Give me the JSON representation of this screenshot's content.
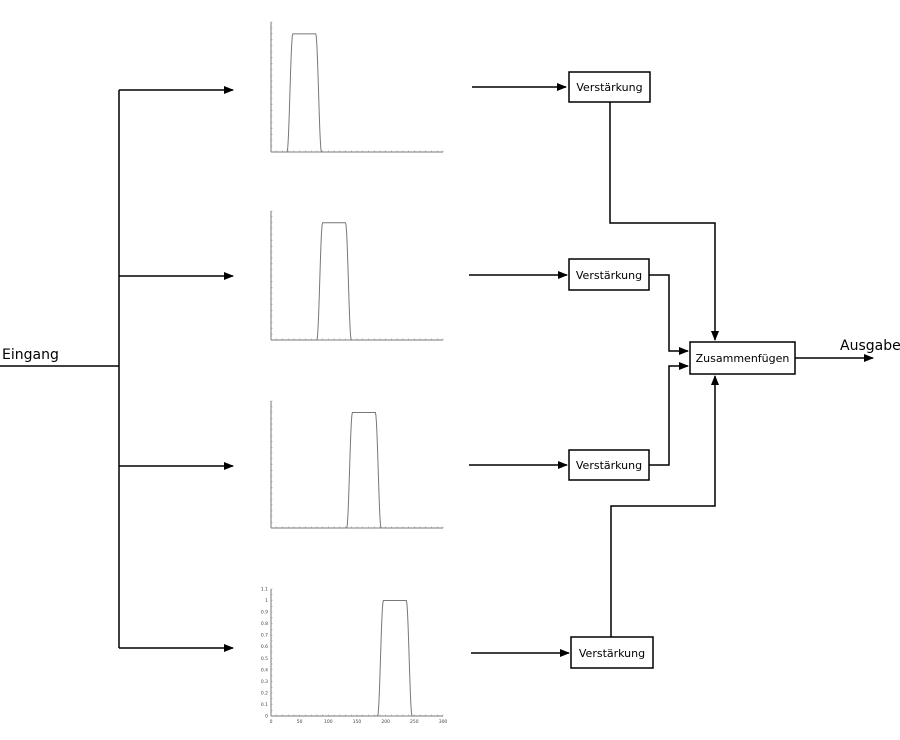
{
  "labels": {
    "input": "Eingang",
    "output": "Ausgabe"
  },
  "blocks": {
    "amp": [
      "Verstärkung",
      "Verstärkung",
      "Verstärkung",
      "Verstärkung"
    ],
    "merge": "Zusammenfügen"
  },
  "bottom_plot_ticks": {
    "y": [
      "0",
      "0.1",
      "0.2",
      "0.3",
      "0.4",
      "0.5",
      "0.6",
      "0.7",
      "0.8",
      "0.9",
      "1",
      "1.1"
    ],
    "x": [
      "0",
      "50",
      "100",
      "150",
      "200",
      "250",
      "300"
    ]
  },
  "chart_data": [
    {
      "type": "line",
      "x_range": [
        0,
        300
      ],
      "passband": [
        38,
        78
      ],
      "ylim": [
        0,
        1.1
      ]
    },
    {
      "type": "line",
      "x_range": [
        0,
        300
      ],
      "passband": [
        90,
        130
      ],
      "ylim": [
        0,
        1.1
      ]
    },
    {
      "type": "line",
      "x_range": [
        0,
        300
      ],
      "passband": [
        142,
        182
      ],
      "ylim": [
        0,
        1.1
      ]
    },
    {
      "type": "line",
      "x_range": [
        0,
        300
      ],
      "passband": [
        196,
        236
      ],
      "ylim": [
        0,
        1.1
      ]
    }
  ]
}
